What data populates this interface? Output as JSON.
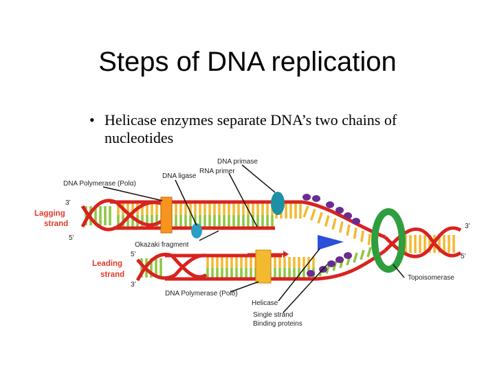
{
  "slide": {
    "title": "Steps of DNA replication",
    "bullet_marker": "•",
    "bullet": "Helicase enzymes separate DNA’s two chains of nucleotides"
  },
  "diagram": {
    "labels": {
      "dna_primase": "DNA primase",
      "rna_primer": "RNA primer",
      "dna_ligase": "DNA ligase",
      "dna_pol_alpha": "DNA Polymerase (Polα)",
      "lagging_strand_1": "Lagging",
      "lagging_strand_2": "strand",
      "leading_strand_1": "Leading",
      "leading_strand_2": "strand",
      "okazaki": "Okazaki fragment",
      "dna_pol_delta": "DNA Polymerase (Polδ)",
      "helicase": "Helicase",
      "ssb_1": "Single strand",
      "ssb_2": "Binding proteins",
      "topoisomerase": "Topoisomerase",
      "end_3_top": "3’",
      "end_5_top": "5’",
      "end_5_mid": "5’",
      "end_3_bottom": "3’",
      "end_3_right": "3’",
      "end_5_right": "5’"
    },
    "colors": {
      "backbone_red": "#d8231f",
      "rung_green": "#8dc63f",
      "rung_yellow": "#f3b92f",
      "polymerase_orange": "#f7941d",
      "primase_teal": "#1f8fa6",
      "helicase_blue": "#2b4fd8",
      "topoisomerase_green": "#2e9e3e",
      "ssb_purple": "#6a2c91",
      "label_red": "#e23a2a"
    }
  }
}
